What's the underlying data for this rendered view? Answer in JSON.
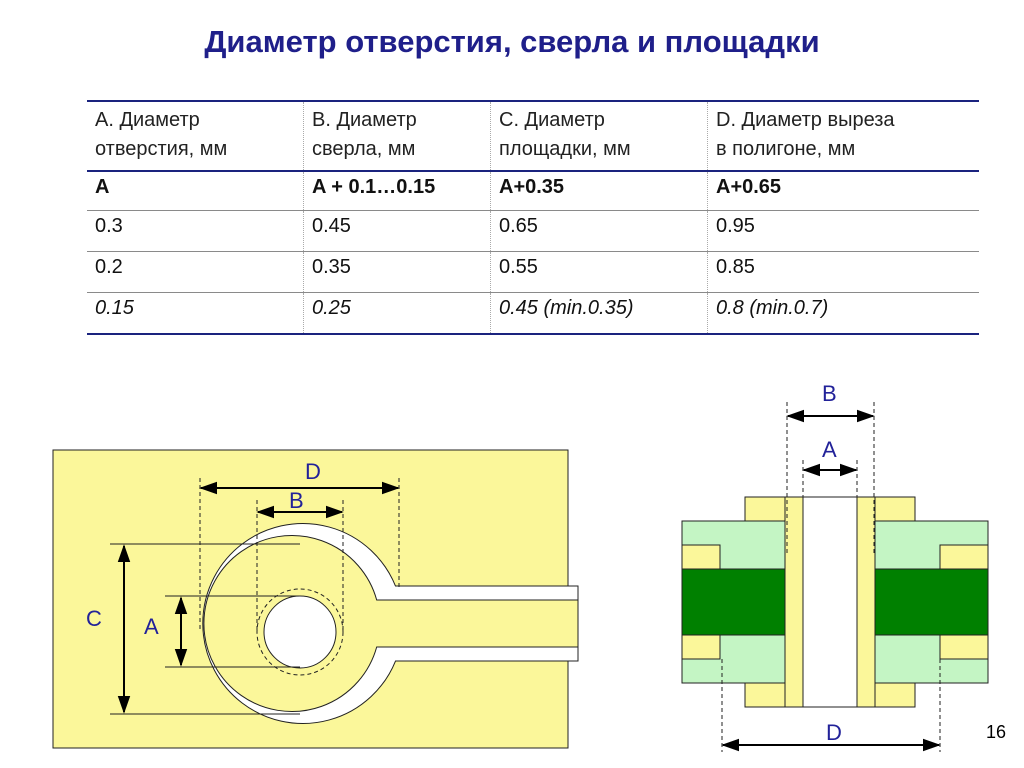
{
  "title": "Диаметр отверстия, сверла и площадки",
  "table": {
    "headers": [
      [
        "A. Диаметр",
        "отверстия, мм"
      ],
      [
        "B. Диаметр",
        "сверла, мм"
      ],
      [
        "C. Диаметр",
        "площадки, мм"
      ],
      [
        "D. Диаметр выреза",
        "в полигоне, мм"
      ]
    ],
    "formula": [
      "A",
      "A + 0.1…0.15",
      "A+0.35",
      "A+0.65"
    ],
    "rows": [
      [
        "0.3",
        "0.45",
        "0.65",
        "0.95"
      ],
      [
        "0.2",
        "0.35",
        "0.55",
        "0.85"
      ],
      [
        "0.15",
        "0.25",
        "0.45 (min.0.35)",
        "0.8 (min.0.7)"
      ]
    ]
  },
  "top_view": {
    "labels": {
      "D": "D",
      "B": "B",
      "C": "C",
      "A": "A"
    }
  },
  "cross_section": {
    "labels": {
      "B": "B",
      "A": "A",
      "D": "D"
    }
  },
  "colors": {
    "title": "#1f1f8a",
    "copper": "#fbf79a",
    "board": "#c4f5c4",
    "inner": "#008000",
    "label": "#222299"
  },
  "page_number": "16"
}
